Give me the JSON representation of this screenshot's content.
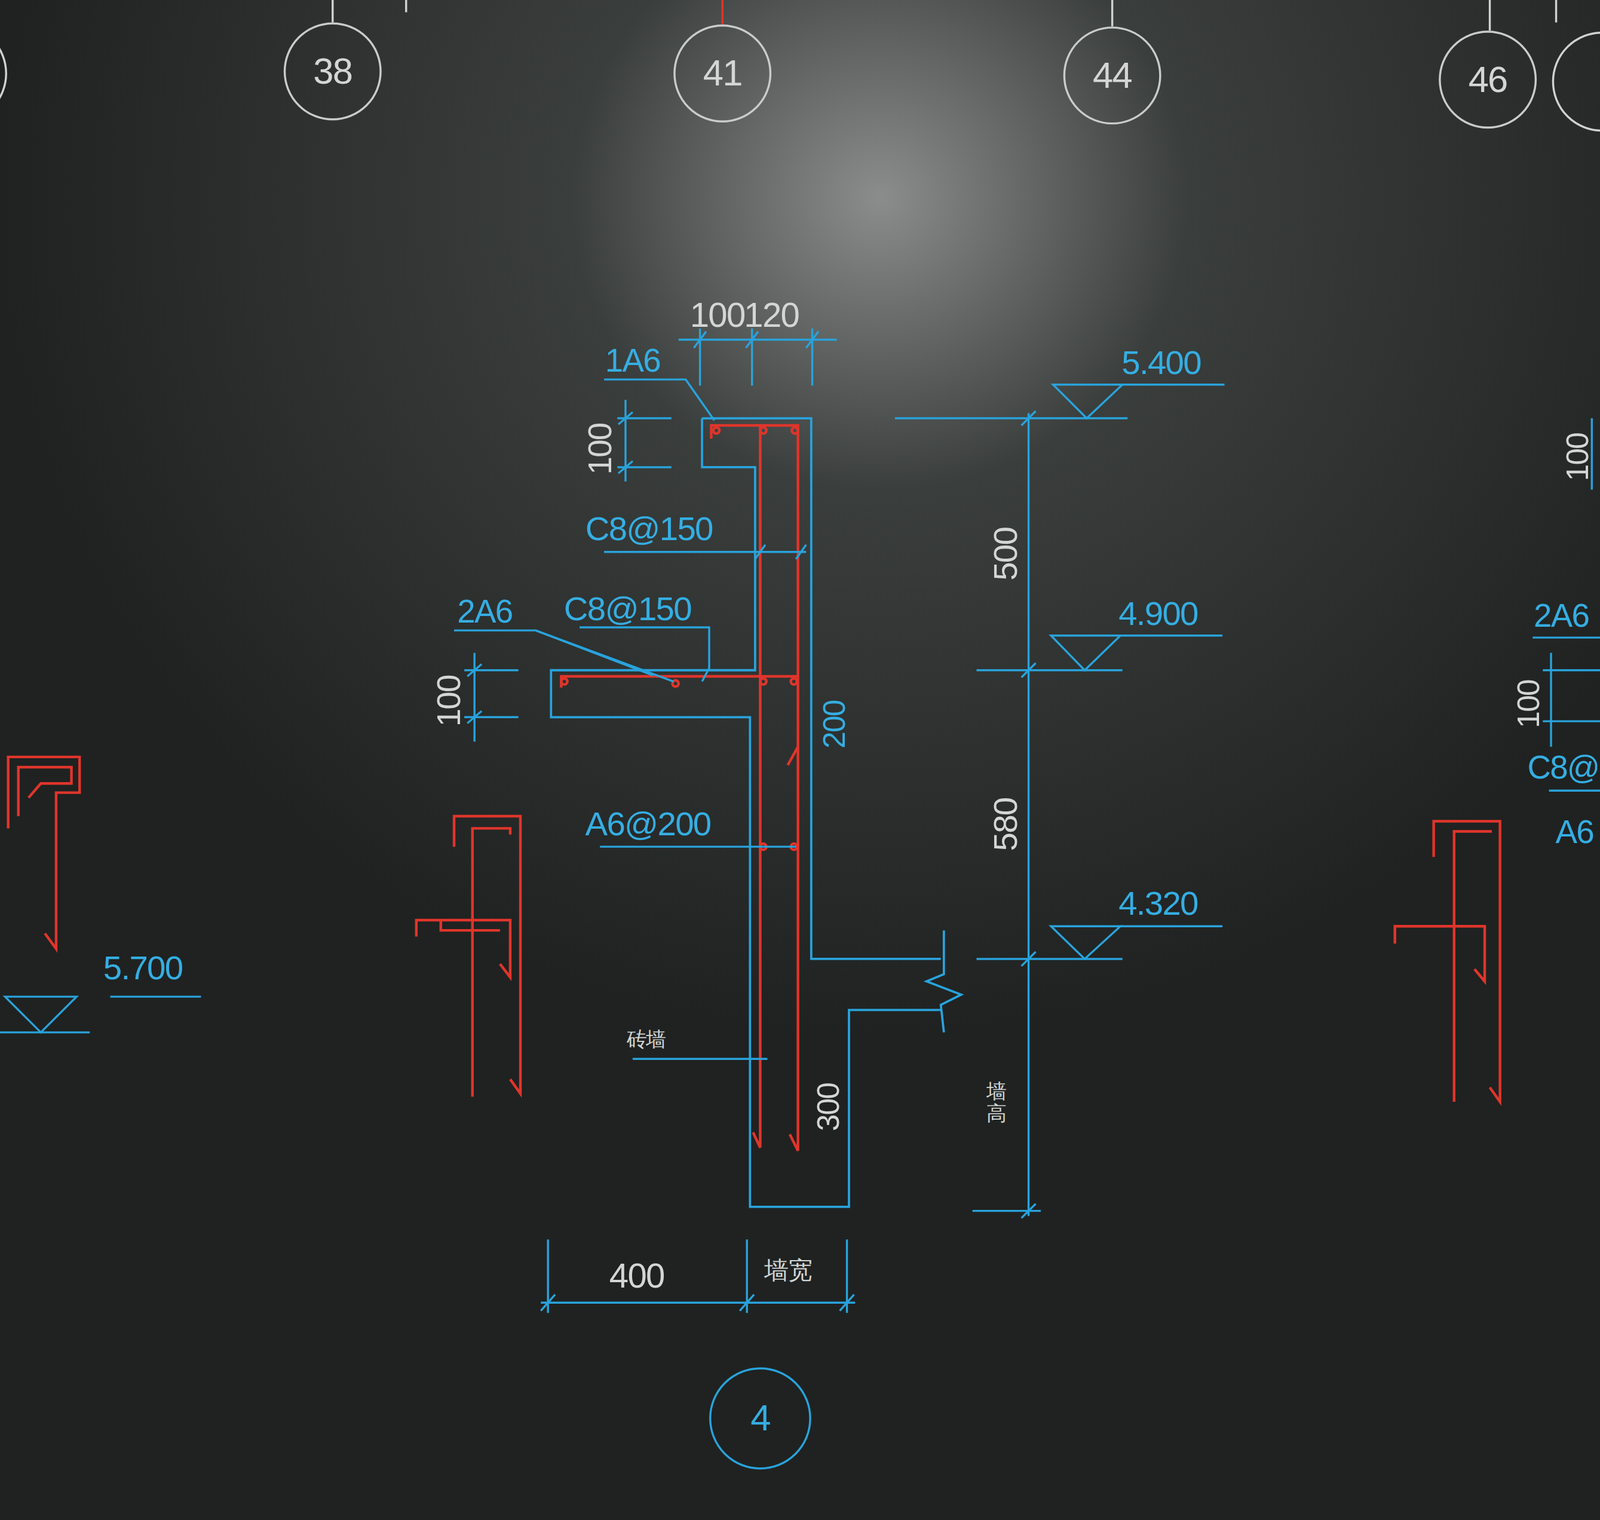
{
  "diagram": {
    "nodes": [
      {
        "text": [
          "38"
        ]
      },
      {
        "text": [
          "41"
        ]
      },
      {
        "text": [
          "44"
        ]
      },
      {
        "text": [
          "46"
        ]
      },
      {
        "text": [
          "4"
        ]
      }
    ],
    "labels": [
      "100",
      "120",
      "1A6",
      "100",
      "5.400",
      "C8@150",
      "500",
      "2A6",
      "C8@150",
      "4.900",
      "100",
      "200",
      "A6@200",
      "580",
      "4.320",
      "5.700",
      "砖墙",
      "墙高",
      "300",
      "400",
      "墙宽",
      "100",
      "2A6",
      "100",
      "C8@",
      "A6"
    ]
  }
}
